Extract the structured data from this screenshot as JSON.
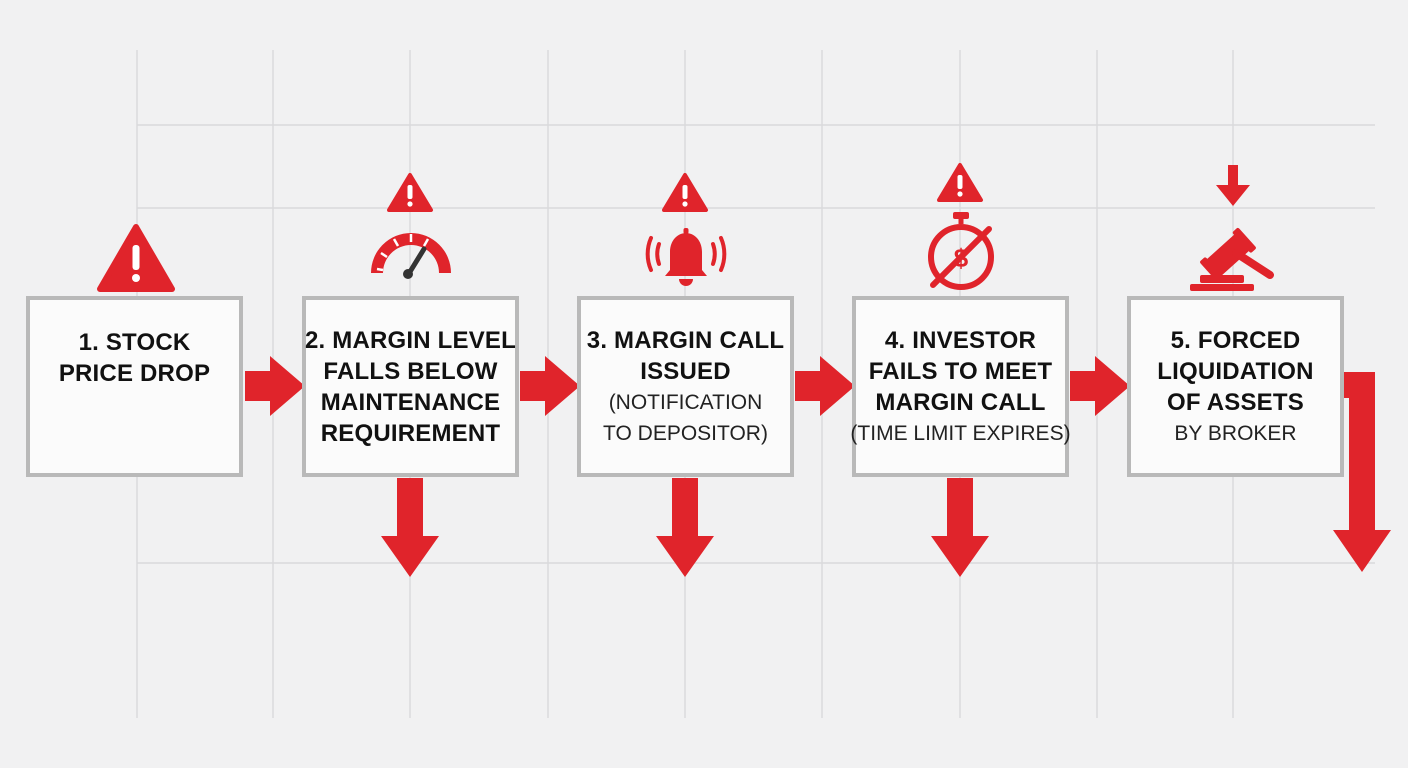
{
  "colors": {
    "accent": "#e0242b",
    "box_border": "#b9b9b9",
    "box_fill": "#fbfbfb",
    "background": "#f1f1f2",
    "text": "#111111"
  },
  "steps": [
    {
      "number": "1.",
      "title_lines": [
        "1. STOCK",
        "PRICE DROP"
      ],
      "sub_lines": [],
      "icon": "warning-icon"
    },
    {
      "number": "2.",
      "title_lines": [
        "2. MARGIN LEVEL",
        "FALLS BELOW",
        "MAINTENANCE",
        "REQUIREMENT"
      ],
      "sub_lines": [],
      "icon": "gauge-icon"
    },
    {
      "number": "3.",
      "title_lines": [
        "3. MARGIN CALL",
        "ISSUED"
      ],
      "sub_lines": [
        "(NOTIFICATION",
        "TO DEPOSITOR)"
      ],
      "icon": "bell-icon"
    },
    {
      "number": "4.",
      "title_lines": [
        "4. INVESTOR",
        "FAILS TO MEET",
        "MARGIN CALL"
      ],
      "sub_lines": [
        "(TIME LIMIT EXPIRES)"
      ],
      "icon": "no-money-timer-icon"
    },
    {
      "number": "5.",
      "title_lines": [
        "5. FORCED",
        "LIQUIDATION",
        "OF ASSETS"
      ],
      "sub_lines": [
        "BY BROKER"
      ],
      "icon": "gavel-icon"
    }
  ]
}
